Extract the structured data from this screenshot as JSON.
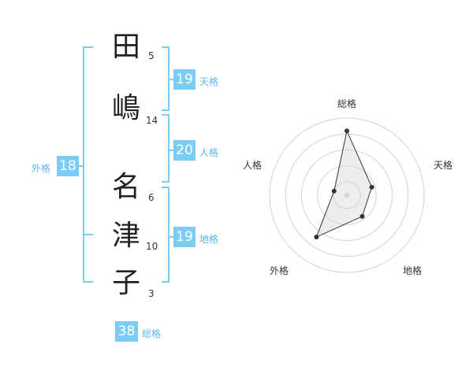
{
  "name": {
    "characters": [
      {
        "char": "田",
        "strokes": "5"
      },
      {
        "char": "嶋",
        "strokes": "14"
      },
      {
        "char": "名",
        "strokes": "6"
      },
      {
        "char": "津",
        "strokes": "10"
      },
      {
        "char": "子",
        "strokes": "3"
      }
    ]
  },
  "kakusu": {
    "tenkaku": {
      "value": "19",
      "label": "天格"
    },
    "jinkaku": {
      "value": "20",
      "label": "人格"
    },
    "chikaku": {
      "value": "19",
      "label": "地格"
    },
    "gaikaku": {
      "value": "18",
      "label": "外格"
    },
    "soukaku": {
      "value": "38",
      "label": "総格"
    }
  },
  "colors": {
    "accent": "#7ccdf5",
    "bracket": "#7ccdf5",
    "text": "#222222"
  },
  "chart_data": {
    "type": "radar",
    "axes": [
      "総格",
      "天格",
      "地格",
      "外格",
      "人格"
    ],
    "values": [
      4,
      1,
      1,
      3,
      0
    ],
    "max": 5
  }
}
